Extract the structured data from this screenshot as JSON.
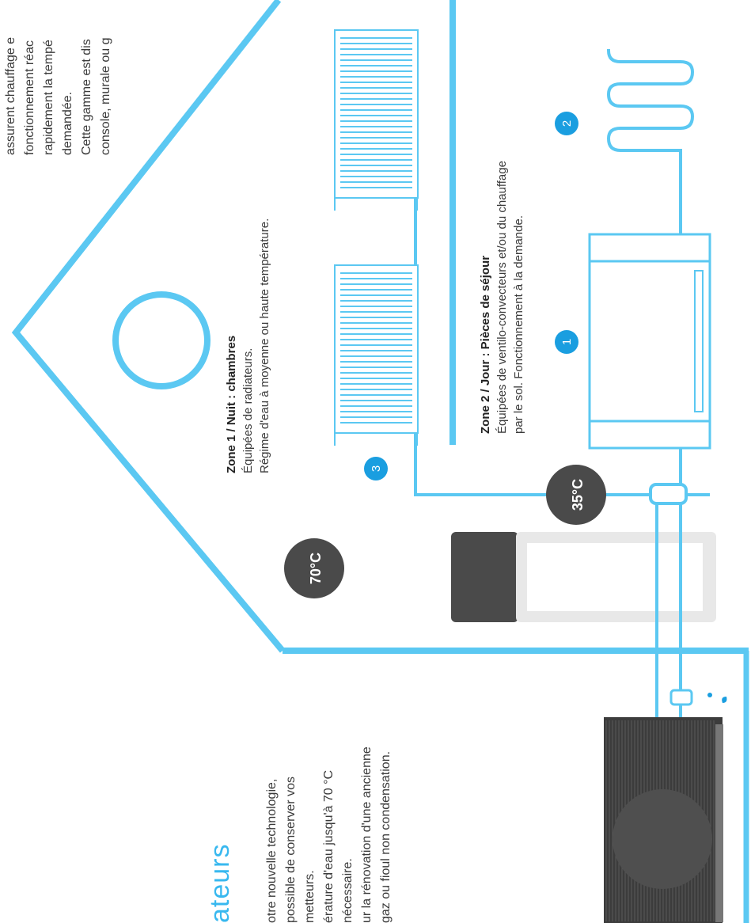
{
  "intro": {
    "title_fragment": "ateurs",
    "lines": [
      "otre nouvelle technologie,",
      "possible de conserver vos",
      "metteurs.",
      "érature d'eau jusqu'à 70 °C",
      "nécessaire.",
      "ur la rénovation d'une ancienne",
      "gaz ou fioul non condensation."
    ]
  },
  "topright": {
    "lines": [
      "assurent chauffage e",
      "fonctionnement réac",
      "rapidement la tempé",
      "demandée.",
      "Cette gamme est dis",
      "console, murale ou g"
    ]
  },
  "zone1": {
    "title": "Zone 1 / Nuit : chambres",
    "line1": "Équipées de radiateurs.",
    "line2": "Régime d'eau à moyenne ou haute température."
  },
  "zone2": {
    "title": "Zone 2 / Jour : Pièces de séjour",
    "line1": "Équipées de ventilo-convecteurs et/ou du chauffage",
    "line2": "par le sol. Fonctionnement à la demande."
  },
  "temps": {
    "high": "70°C",
    "low": "35°C"
  },
  "markers": {
    "m1": "1",
    "m2": "2",
    "m3": "3"
  },
  "colors": {
    "pipe": "#5bc8f2",
    "accent": "#1a9ee0",
    "dark": "#4a4a4a",
    "unit": "#3c3c3c"
  }
}
